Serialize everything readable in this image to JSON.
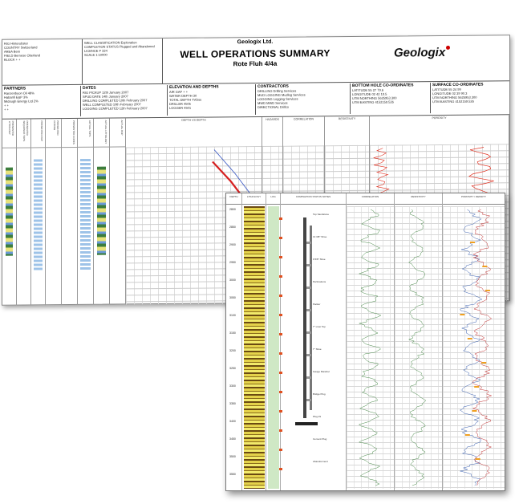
{
  "company": "Geologix Ltd.",
  "title": "WELL OPERATIONS SUMMARY",
  "subtitle": "Rote Fluh 4/4a",
  "logo_text": "Geologix",
  "header_left": {
    "rows": [
      {
        "k": "RIG",
        "v": "Hinterobster"
      },
      {
        "k": "COUNTRY",
        "v": "Switzerland"
      },
      {
        "k": "AREA",
        "v": "Bern"
      },
      {
        "k": "FIELD",
        "v": "Bernese Oberland"
      },
      {
        "k": "BLOCK",
        "v": "+ +"
      }
    ],
    "rows2": [
      {
        "k": "WELL CLASSIFICATION",
        "v": "Exploration"
      },
      {
        "k": "COMPLETION STATUS",
        "v": "Plugged and Abandoned"
      },
      {
        "k": "LICENCE",
        "v": "P 324"
      },
      {
        "k": "SCALE",
        "v": "1:10000"
      }
    ]
  },
  "partners": {
    "heading": "PARTNERS",
    "items": [
      "Ranzenboon Oil 48%",
      "Habanfi E&P 3%",
      "Midough Energy Ltd 2%",
      "+ +",
      "+ +"
    ]
  },
  "dates": {
    "heading": "DATES",
    "items": [
      {
        "k": "RIG PICKUP",
        "v": "12th January 2007"
      },
      {
        "k": "SPUD DATE",
        "v": "14th January 2007"
      },
      {
        "k": "DRILLING COMPLETED",
        "v": "10th February 2007"
      },
      {
        "k": "WELL COMPLETED",
        "v": "10th February 2007"
      },
      {
        "k": "LOGGING COMPLETED",
        "v": "12th February 2007"
      }
    ]
  },
  "elevation": {
    "heading": "ELEVATION AND DEPTHS",
    "items": [
      {
        "k": "AIR GAP",
        "v": "+ +"
      },
      {
        "k": "WATER DEPTH",
        "v": "30"
      },
      {
        "k": "TOTAL DEPTH",
        "v": "TVDss"
      },
      {
        "k": "DRILLER",
        "v": "4505"
      },
      {
        "k": "LOGGER",
        "v": "4501"
      }
    ]
  },
  "contractors": {
    "heading": "CONTRACTORS",
    "items": [
      {
        "k": "DRILLING",
        "v": "Drilling Services"
      },
      {
        "k": "MUD LOGGING",
        "v": "Mudlog Services"
      },
      {
        "k": "LOGGING",
        "v": "Logging Services"
      },
      {
        "k": "MWD",
        "v": "MWD Services"
      },
      {
        "k": "DIRECTIONAL",
        "v": "Drillco"
      }
    ]
  },
  "bottom_hole": {
    "heading": "BOTTOM HOLE CO-ORDINATES",
    "items": [
      {
        "k": "LATITUDE",
        "v": "55 27 79.6"
      },
      {
        "k": "LONGITUDE",
        "v": "02 42 19.5"
      },
      {
        "k": "UTM NORTHING",
        "v": "5625953.300"
      },
      {
        "k": "UTM EASTING",
        "v": "4152159.526"
      }
    ]
  },
  "surface": {
    "heading": "SURFACE CO-ORDINATES",
    "items": [
      {
        "k": "LATITUDE",
        "v": "55 24 99"
      },
      {
        "k": "LONGITUDE",
        "v": "02 39 90.3"
      },
      {
        "k": "UTM NORTHING",
        "v": "5625953.300"
      },
      {
        "k": "UTM EASTING",
        "v": "4152159.526"
      }
    ]
  },
  "track_headers": [
    "PRESENTED LITHOLOGY",
    "PRESENTED SEQUENCE TOPS",
    "PRESENTED ROP",
    "PRESENTED CORING",
    "PRESENTED CORES",
    "ACTUAL TOPS",
    "ACTUAL LITHOLOGY",
    "ACTUAL ROP"
  ],
  "log_headers": [
    "DEPTH VS DEPTH",
    "HAZARDS",
    "CORRELATION",
    "RESISTIVITY",
    "POROSITY"
  ],
  "front_headers": [
    "DEPTH",
    "LITHOLOGY",
    "LOG",
    "COMPLETION STATUS NOTES",
    "CORRELATION",
    "RESISTIVITY",
    "POROSITY / DENSITY"
  ],
  "front_depths": [
    "2800",
    "2850",
    "2900",
    "2950",
    "3000",
    "3050",
    "3100",
    "3150",
    "3200",
    "3250",
    "3300",
    "3350",
    "3400",
    "3450",
    "3500",
    "3550"
  ],
  "completion_notes": [
    "Top Sandstone",
    "13 3/8\" Shoe",
    "9 5/8\" Shoe",
    "Perforations",
    "Packer",
    "7\" Liner Top",
    "7\" Shoe",
    "Gauge Mandrel",
    "Bridge Plug",
    "Plug #1",
    "Cement Plug",
    "Abandonment"
  ]
}
